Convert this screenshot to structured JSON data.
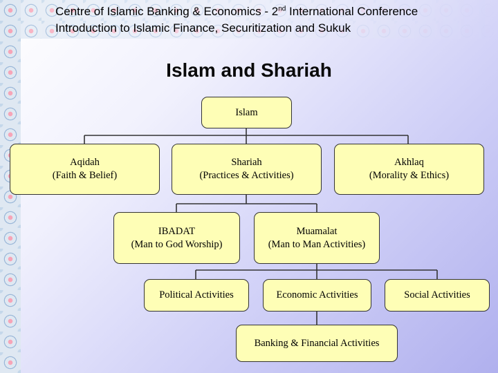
{
  "header": {
    "line1_prefix": "Centre of Islamic Banking & Economics - 2",
    "line1_sup": "nd",
    "line1_suffix": " International Conference",
    "line2": "Introduction to Islamic Finance, Securitization and Sukuk"
  },
  "title": "Islam and Shariah",
  "nodes": {
    "islam": {
      "line1": "Islam"
    },
    "aqidah": {
      "line1": "Aqidah",
      "line2": "(Faith & Belief)"
    },
    "shariah": {
      "line1": "Shariah",
      "line2": "(Practices & Activities)"
    },
    "akhlaq": {
      "line1": "Akhlaq",
      "line2": "(Morality & Ethics)"
    },
    "ibadat": {
      "line1": "IBADAT",
      "line2": "(Man to God Worship)"
    },
    "muamalat": {
      "line1": "Muamalat",
      "line2": "(Man to Man Activities)"
    },
    "political": {
      "line1": "Political Activities"
    },
    "economic": {
      "line1": "Economic Activities"
    },
    "social": {
      "line1": "Social Activities"
    },
    "banking": {
      "line1": "Banking & Financial Activities"
    }
  },
  "colors": {
    "box_fill": "#fefeb6",
    "connector": "#333333"
  }
}
